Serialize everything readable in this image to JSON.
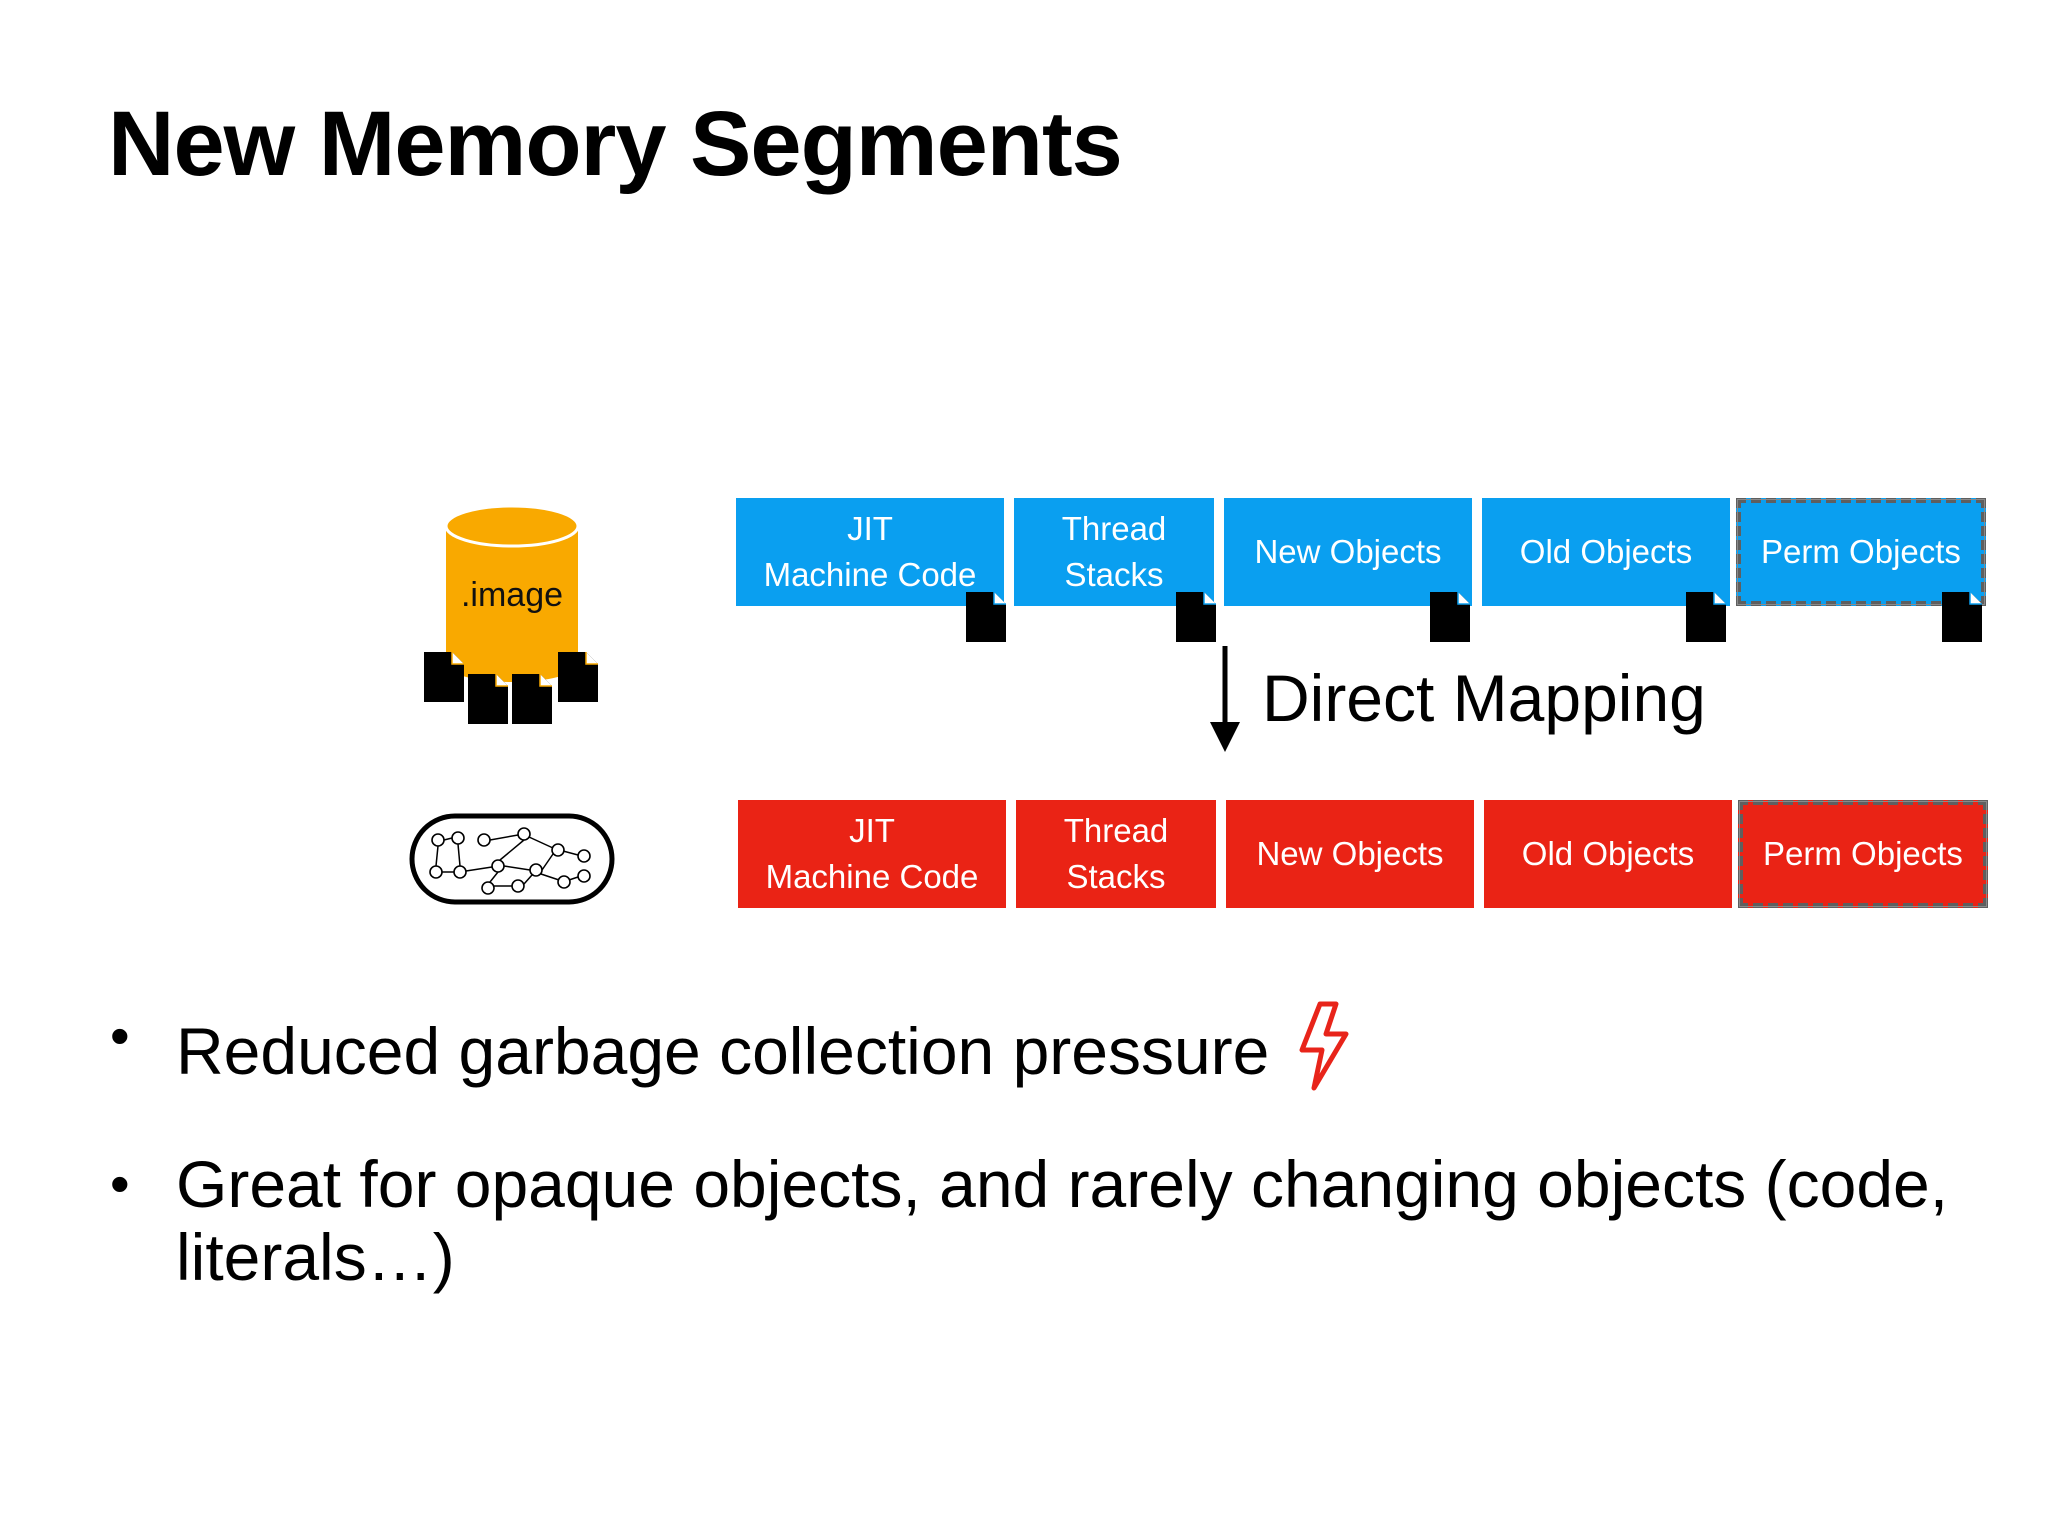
{
  "slide": {
    "title": "New Memory Segments"
  },
  "diagram": {
    "image_label": ".image",
    "source_row": [
      {
        "line1": "JIT",
        "line2": "Machine Code"
      },
      {
        "line1": "Thread",
        "line2": "Stacks"
      },
      {
        "line1": "New Objects",
        "line2": ""
      },
      {
        "line1": "Old Objects",
        "line2": ""
      },
      {
        "line1": "Perm Objects",
        "line2": ""
      }
    ],
    "target_row": [
      {
        "line1": "JIT",
        "line2": "Machine Code"
      },
      {
        "line1": "Thread",
        "line2": "Stacks"
      },
      {
        "line1": "New Objects",
        "line2": ""
      },
      {
        "line1": "Old Objects",
        "line2": ""
      },
      {
        "line1": "Perm Objects",
        "line2": ""
      }
    ],
    "mapping_label": "Direct Mapping",
    "colors": {
      "source_segment": "#0a9ff0",
      "target_segment": "#ea2315",
      "image_cylinder": "#f9a900",
      "perm_border": "#5f5f5f"
    },
    "icons": {
      "image": "cylinder-icon",
      "file": "document-icon",
      "heap": "object-graph-icon",
      "arrow": "arrow-down-icon",
      "bolt": "lightning-bolt-icon"
    }
  },
  "bullets": [
    "Reduced garbage collection pressure",
    "Great for opaque objects, and rarely changing objects (code, literals…)"
  ]
}
